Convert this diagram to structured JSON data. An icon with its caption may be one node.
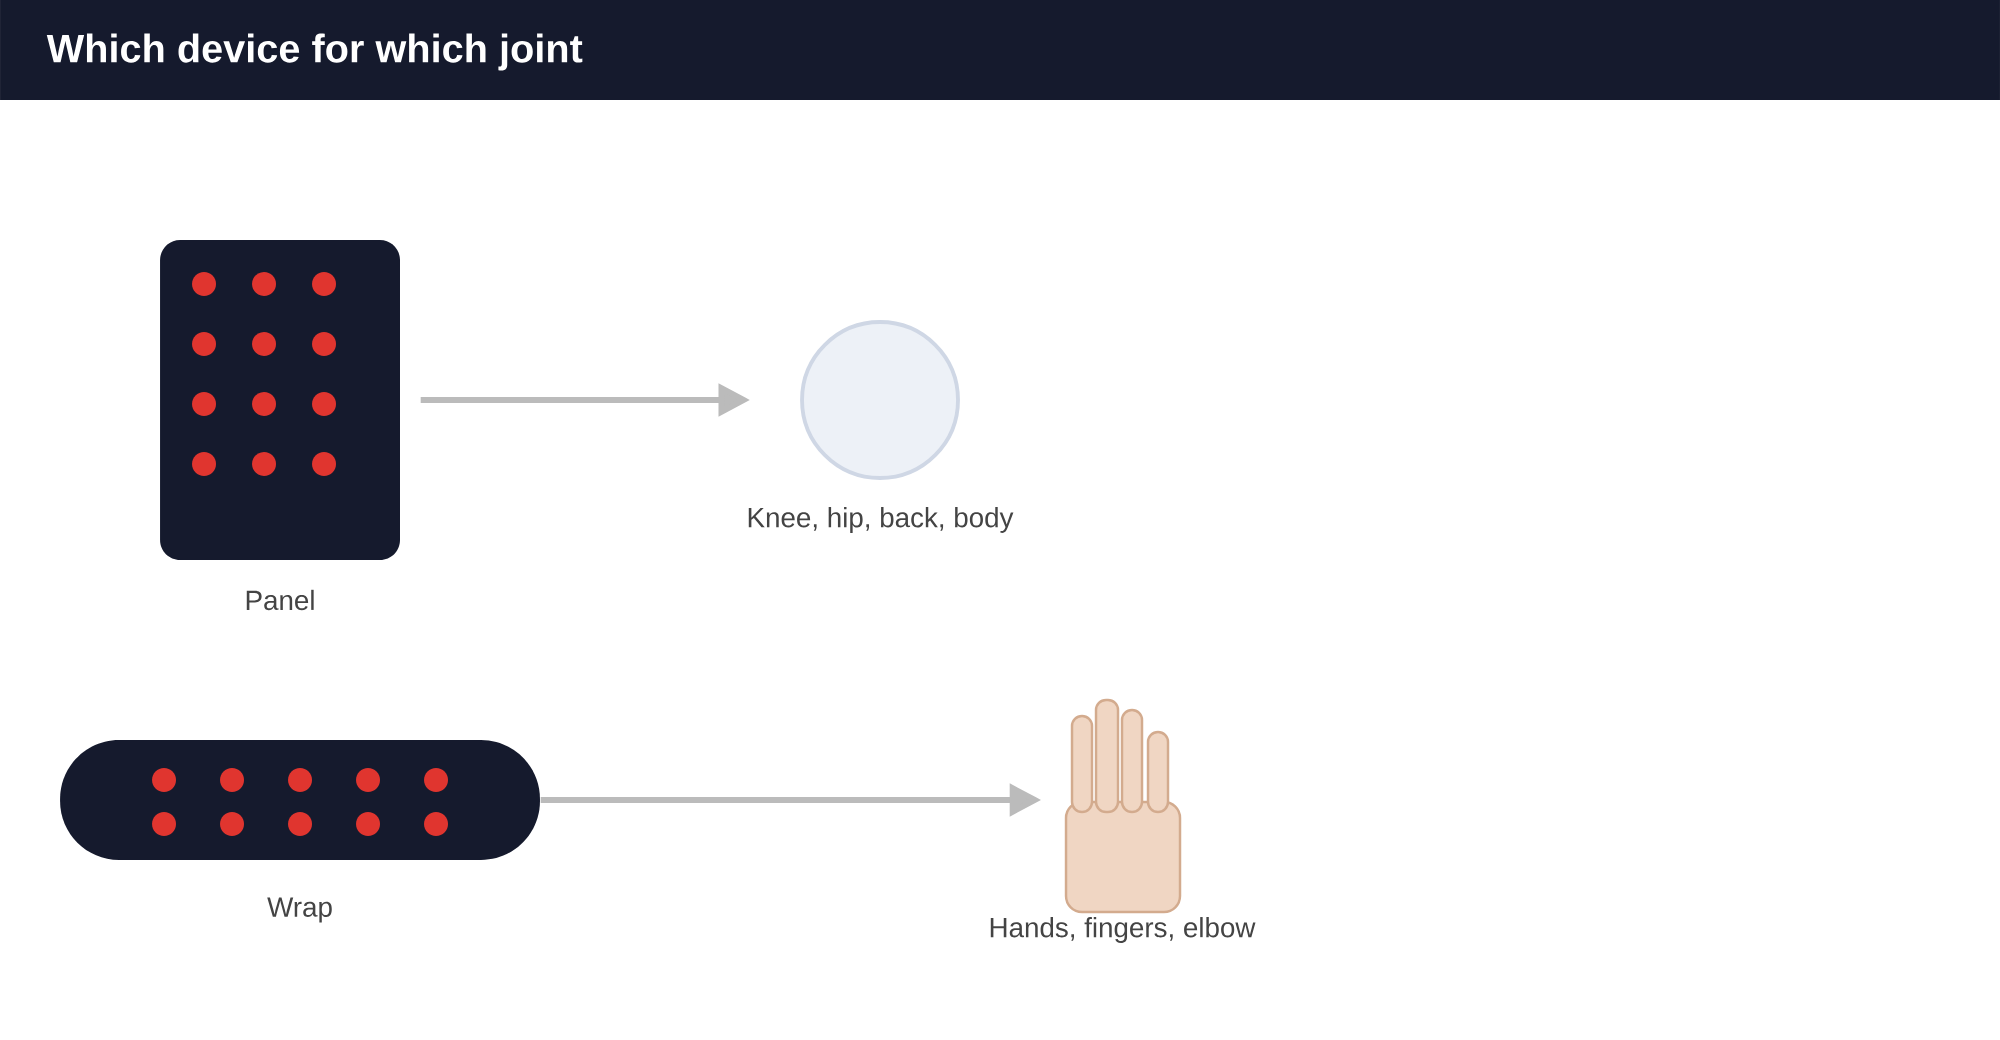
{
  "diagram": {
    "title": "Which device for which joint",
    "nodes": [
      {
        "text": [],
        "shape": "box",
        "beside": [
          "Panel"
        ]
      },
      {
        "text": [],
        "shape": "circle",
        "beside": [
          "Knee, hip, back, body"
        ]
      },
      {
        "text": [],
        "shape": "bar",
        "beside": [
          "Wrap"
        ]
      },
      {
        "text": [],
        "shape": "hand",
        "beside": [
          "Hands, fingers, elbow"
        ]
      }
    ],
    "edges": [
      {
        "from": 0,
        "to": 1,
        "arrow": "to"
      },
      {
        "from": 2,
        "to": 3,
        "arrow": "to"
      }
    ]
  }
}
